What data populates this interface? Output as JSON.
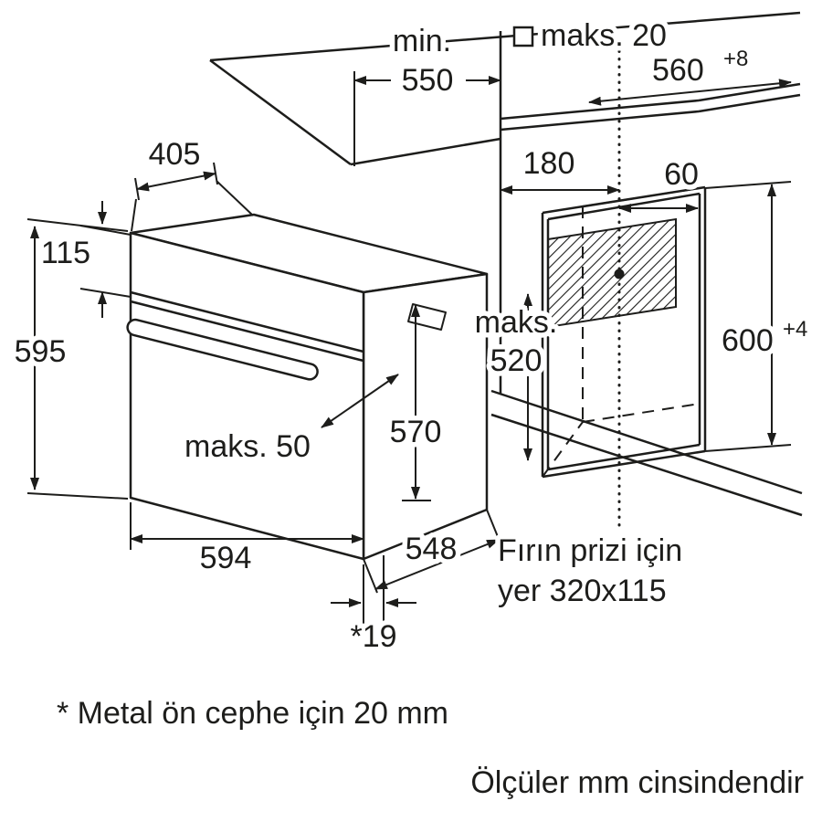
{
  "colors": {
    "ink": "#1d1d1b",
    "background": "#ffffff"
  },
  "diagram": {
    "dims": {
      "min550_prefix": "min.",
      "min550_value": "550",
      "maks20": "maks. 20",
      "niche_width_value": "560",
      "niche_width_tol": "+8",
      "depth_405": "405",
      "socket_offset_180": "180",
      "socket_offset_60": "60",
      "panel_115": "115",
      "height_595": "595",
      "maks520_prefix": "maks.",
      "maks520_value": "520",
      "body_570": "570",
      "niche_height_value": "600",
      "niche_height_tol": "+4",
      "handle_maks50": "maks. 50",
      "width_594": "594",
      "depth_548": "548",
      "door_19": "*19"
    },
    "notes": {
      "socket_line1": "Fırın prizi için",
      "socket_line2": "yer 320x115",
      "footnote": "* Metal ön cephe için 20 mm",
      "units": "Ölçüler mm cinsindendir"
    }
  }
}
